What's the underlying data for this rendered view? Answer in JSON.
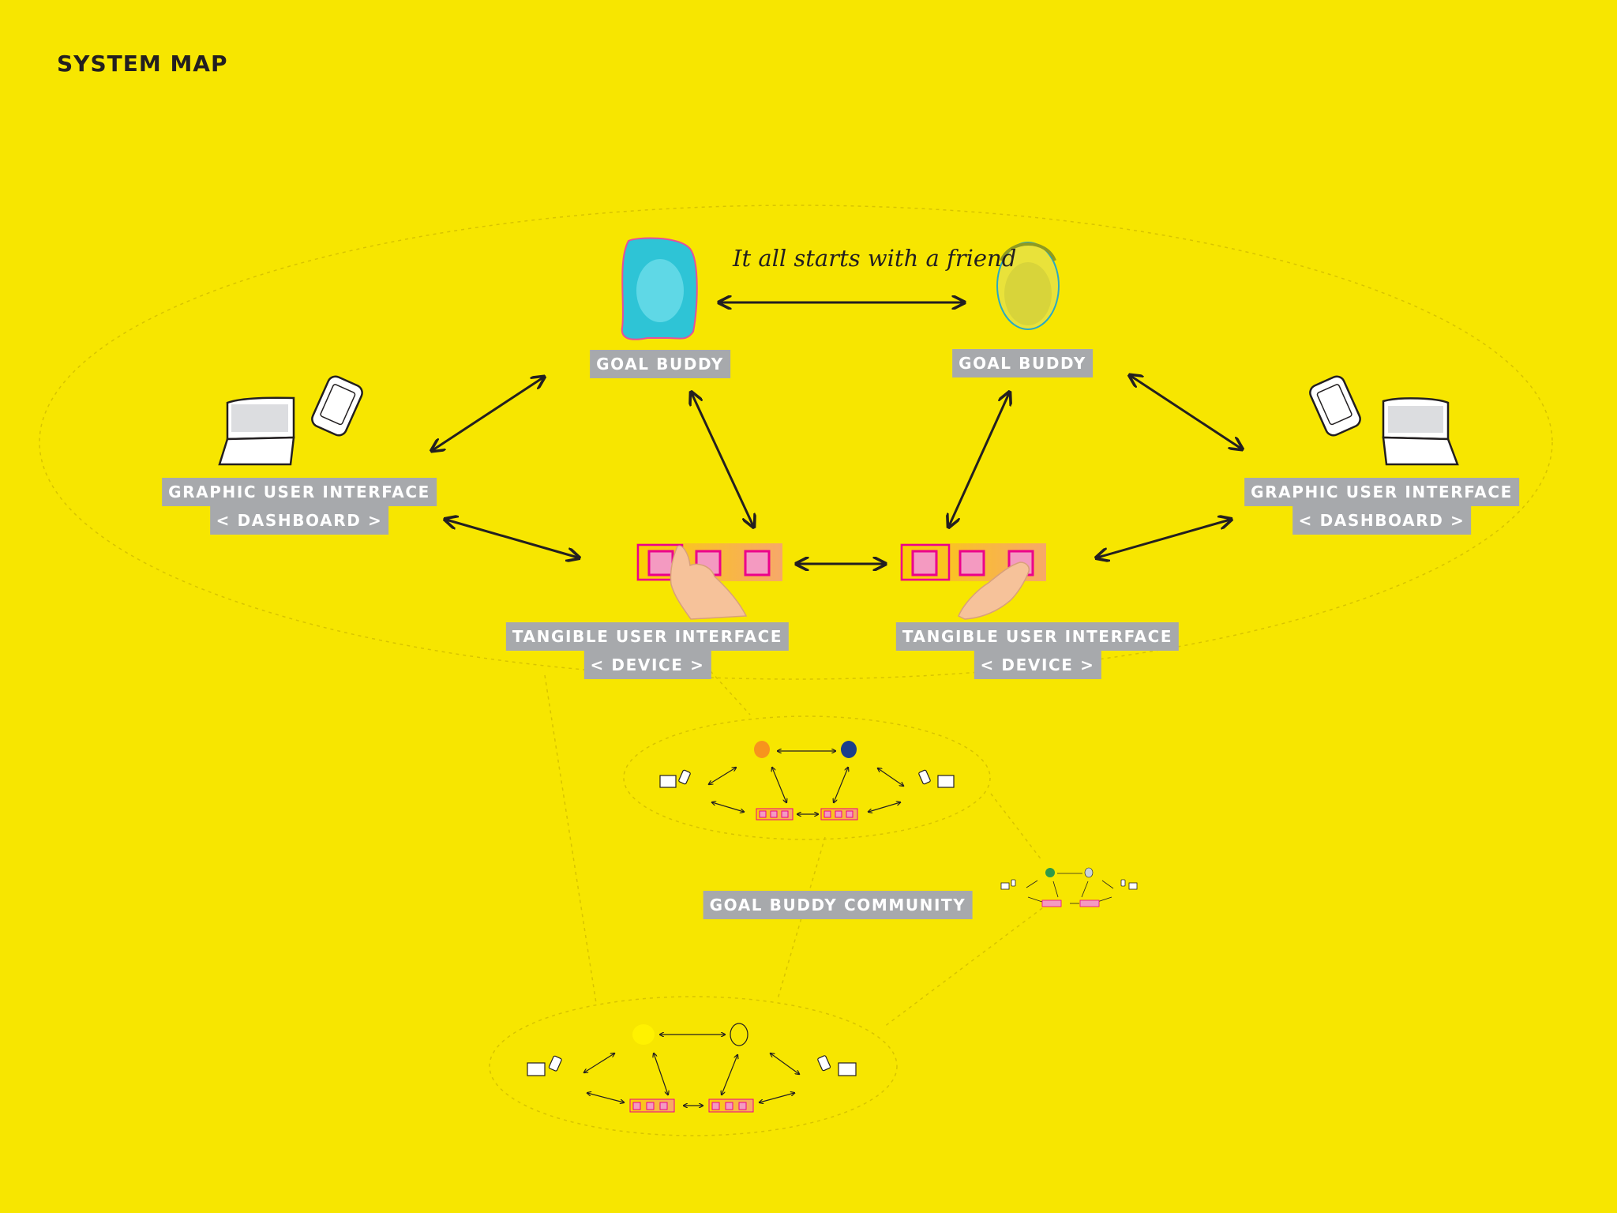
{
  "title": "SYSTEM MAP",
  "tagline": "It all starts with a friend",
  "labels": {
    "goal_buddy_left": "GOAL BUDDY",
    "goal_buddy_right": "GOAL BUDDY",
    "gui_line1": "GRAPHIC USER INTERFACE",
    "gui_line2": "< DASHBOARD >",
    "tui_line1": "TANGIBLE USER INTERFACE",
    "tui_line2": "< DEVICE >",
    "community": "GOAL BUDDY COMMUNITY"
  },
  "colors": {
    "background": "#f7e600",
    "label_bg": "#a7a9ac",
    "label_text": "#ffffff",
    "arrow": "#231f20",
    "device_pink": "#ec008c",
    "device_fill": "#f49ac1",
    "buddy_left": "#2ec4d6",
    "buddy_right": "#e9e23a"
  },
  "icons": [
    "laptop-icon",
    "phone-icon",
    "hand-icon",
    "face-icon"
  ]
}
